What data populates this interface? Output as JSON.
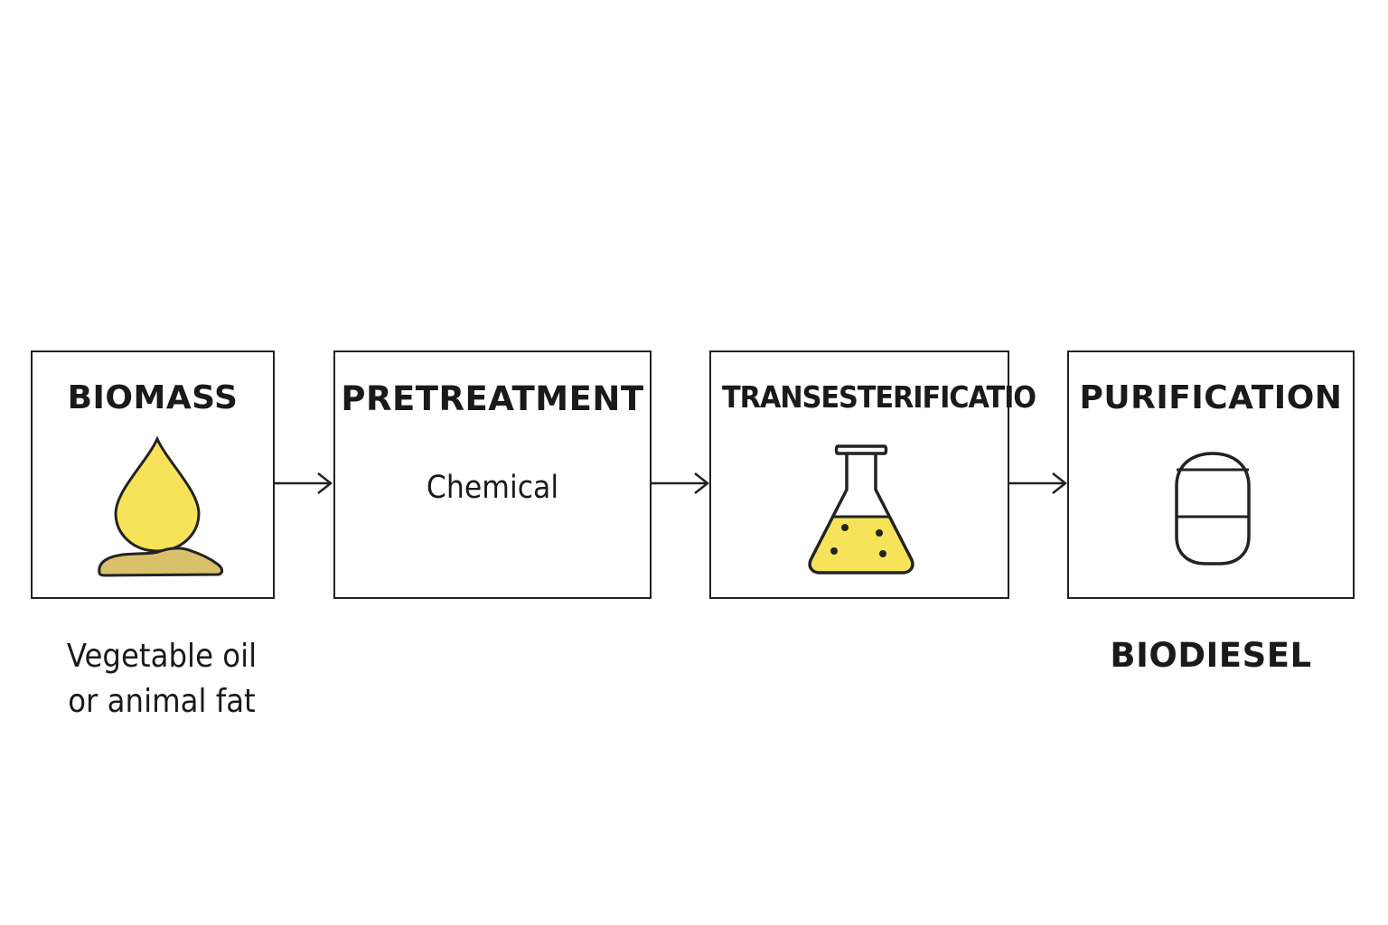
{
  "steps": [
    {
      "title": "BIOMASS",
      "icon": "oil-drop-icon"
    },
    {
      "title": "PRETREATMENT",
      "subtitle": "Chemical"
    },
    {
      "title": "TRANSESTERIFICATIO",
      "icon": "flask-icon"
    },
    {
      "title": "PURIFICATION",
      "icon": "capsule-icon"
    }
  ],
  "captions": {
    "biomass_line1": "Vegetable oil",
    "biomass_line2": "or animal fat",
    "output": "BIODIESEL"
  },
  "colors": {
    "accent_yellow": "#f7e35a",
    "sediment": "#d8c16a",
    "stroke": "#222222"
  }
}
